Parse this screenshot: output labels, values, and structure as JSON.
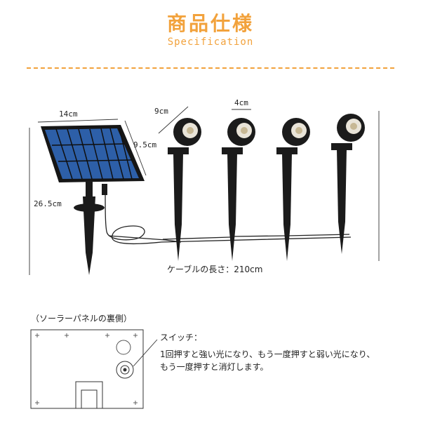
{
  "header": {
    "title": "商品仕様",
    "subtitle": "Specification"
  },
  "colors": {
    "title": "#f2a23c",
    "divider": "#f2a23c",
    "product": "#1b1b1b",
    "panel_cell": "#2d5fa8"
  },
  "dimensions": {
    "panel_width": "14cm",
    "panel_height": "9.5cm",
    "total_height": "26.5cm",
    "light_height": "9cm",
    "light_width": "4cm",
    "cable_length": "ケーブルの長さ：210cm"
  },
  "back_panel": {
    "heading": "（ソーラーパネルの裏側）",
    "switch_label": "スイッチ：",
    "switch_desc_line1": "1回押すと強い光になり、もう一度押すと弱い光になり、",
    "switch_desc_line2": "もう一度押すと消灯します。"
  }
}
